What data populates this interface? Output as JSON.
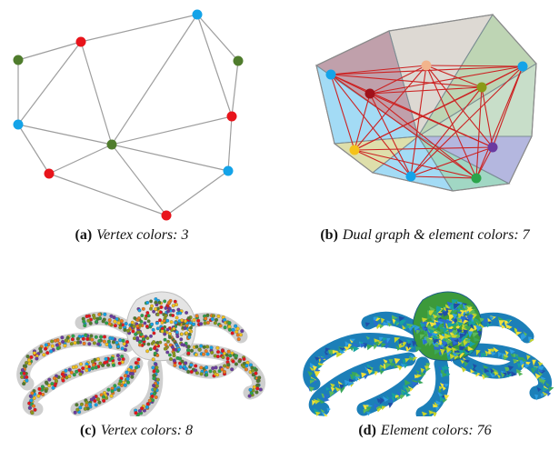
{
  "figure": {
    "panels": [
      {
        "label": "(a)",
        "caption": "Vertex colors: 3"
      },
      {
        "label": "(b)",
        "caption": "Dual graph & element colors: 7"
      },
      {
        "label": "(c)",
        "caption": "Vertex colors: 8"
      },
      {
        "label": "(d)",
        "caption": "Element colors: 76"
      }
    ]
  },
  "colors": {
    "red": "#e8141b",
    "green": "#4f7c2c",
    "blue": "#14a3e8",
    "edge": "#9e9e9e",
    "dual_edge": "#cc2222",
    "orange": "#f2b48c",
    "olive": "#8a9a18",
    "yellow": "#f5c21a",
    "purple": "#6a3aa0",
    "darkred": "#a0121a",
    "teal": "#2aa44a"
  }
}
